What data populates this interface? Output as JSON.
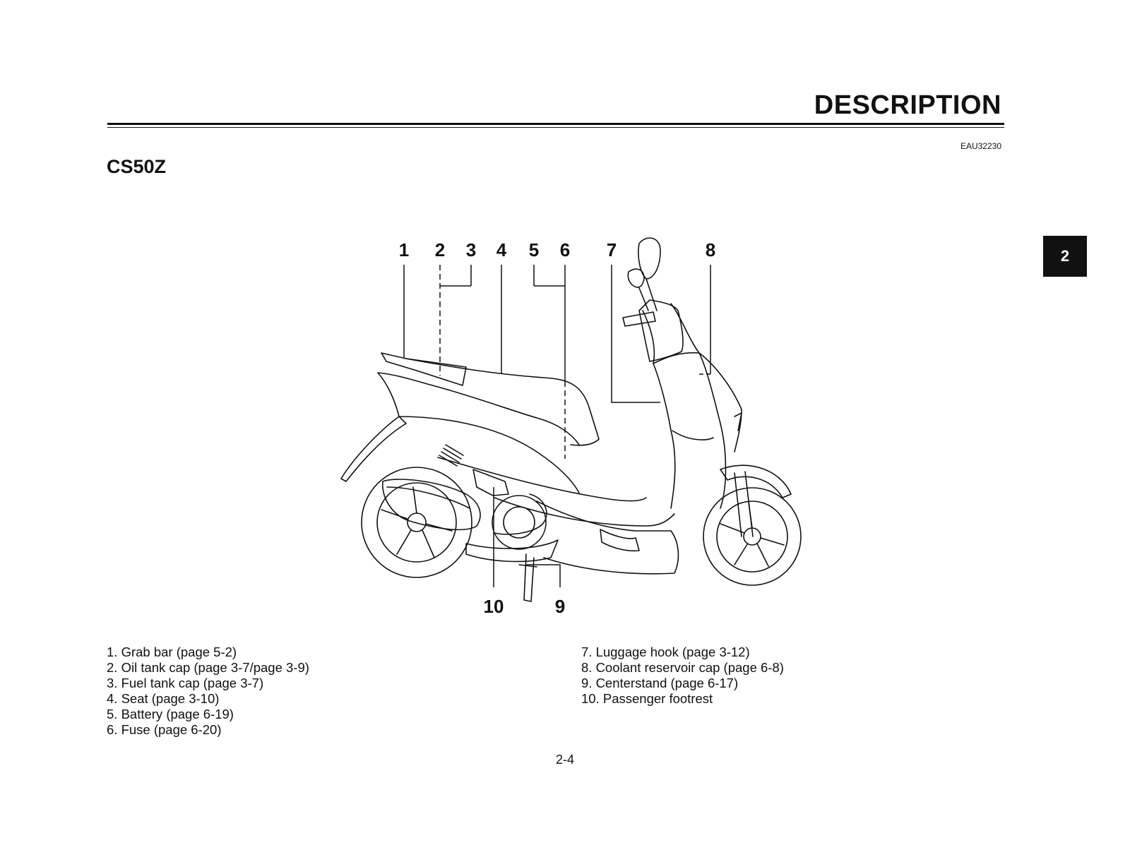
{
  "header": {
    "section_title": "DESCRIPTION",
    "doc_code": "EAU32230"
  },
  "model": "CS50Z",
  "chapter_tab": "2",
  "diagram": {
    "callouts": [
      "1",
      "2",
      "3",
      "4",
      "5",
      "6",
      "7",
      "8",
      "9",
      "10"
    ]
  },
  "legend": {
    "left": [
      "1. Grab bar (page 5-2)",
      "2. Oil tank cap (page 3-7/page 3-9)",
      "3. Fuel tank cap (page 3-7)",
      "4. Seat (page 3-10)",
      "5. Battery (page 6-19)",
      "6. Fuse (page 6-20)"
    ],
    "right": [
      "7. Luggage hook (page 3-12)",
      "8. Coolant reservoir cap (page 6-8)",
      "9. Centerstand (page 6-17)",
      "10. Passenger footrest"
    ]
  },
  "footer": {
    "page_number": "2-4"
  }
}
